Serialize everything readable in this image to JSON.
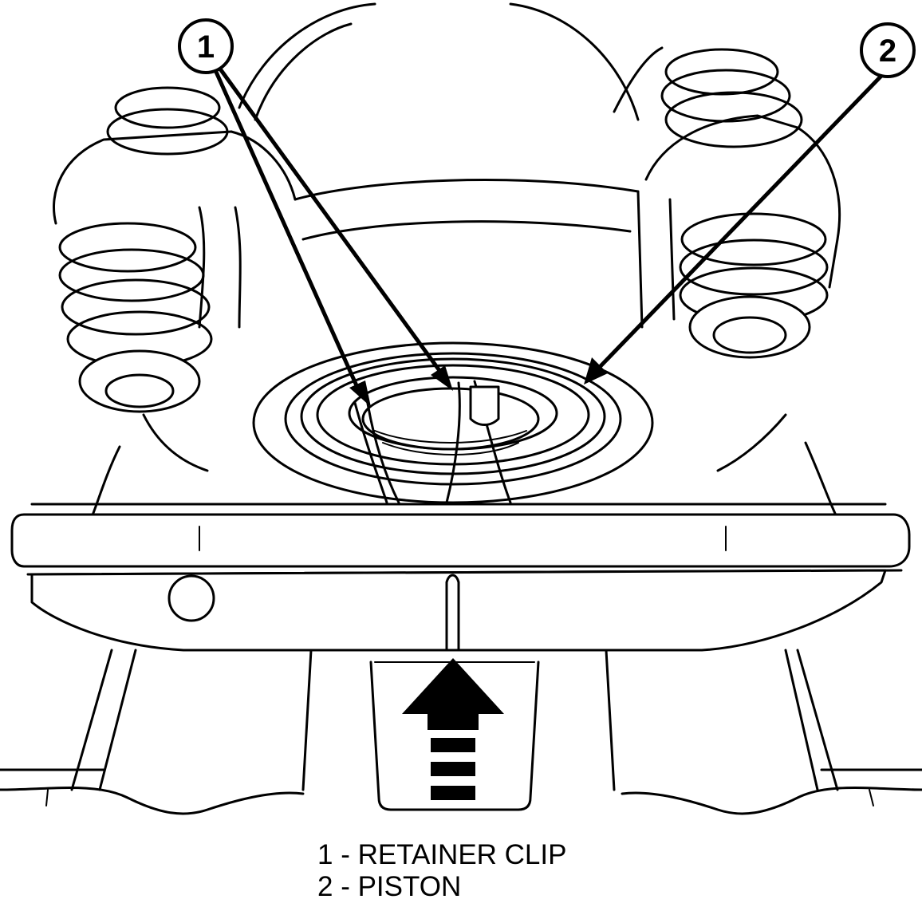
{
  "callouts": [
    {
      "number": "1",
      "label": "RETAINER CLIP"
    },
    {
      "number": "2",
      "label": "PISTON"
    }
  ],
  "legend": [
    "1 - RETAINER CLIP",
    "2 - PISTON"
  ],
  "colors": {
    "ink": "#000000",
    "paper": "#ffffff"
  }
}
